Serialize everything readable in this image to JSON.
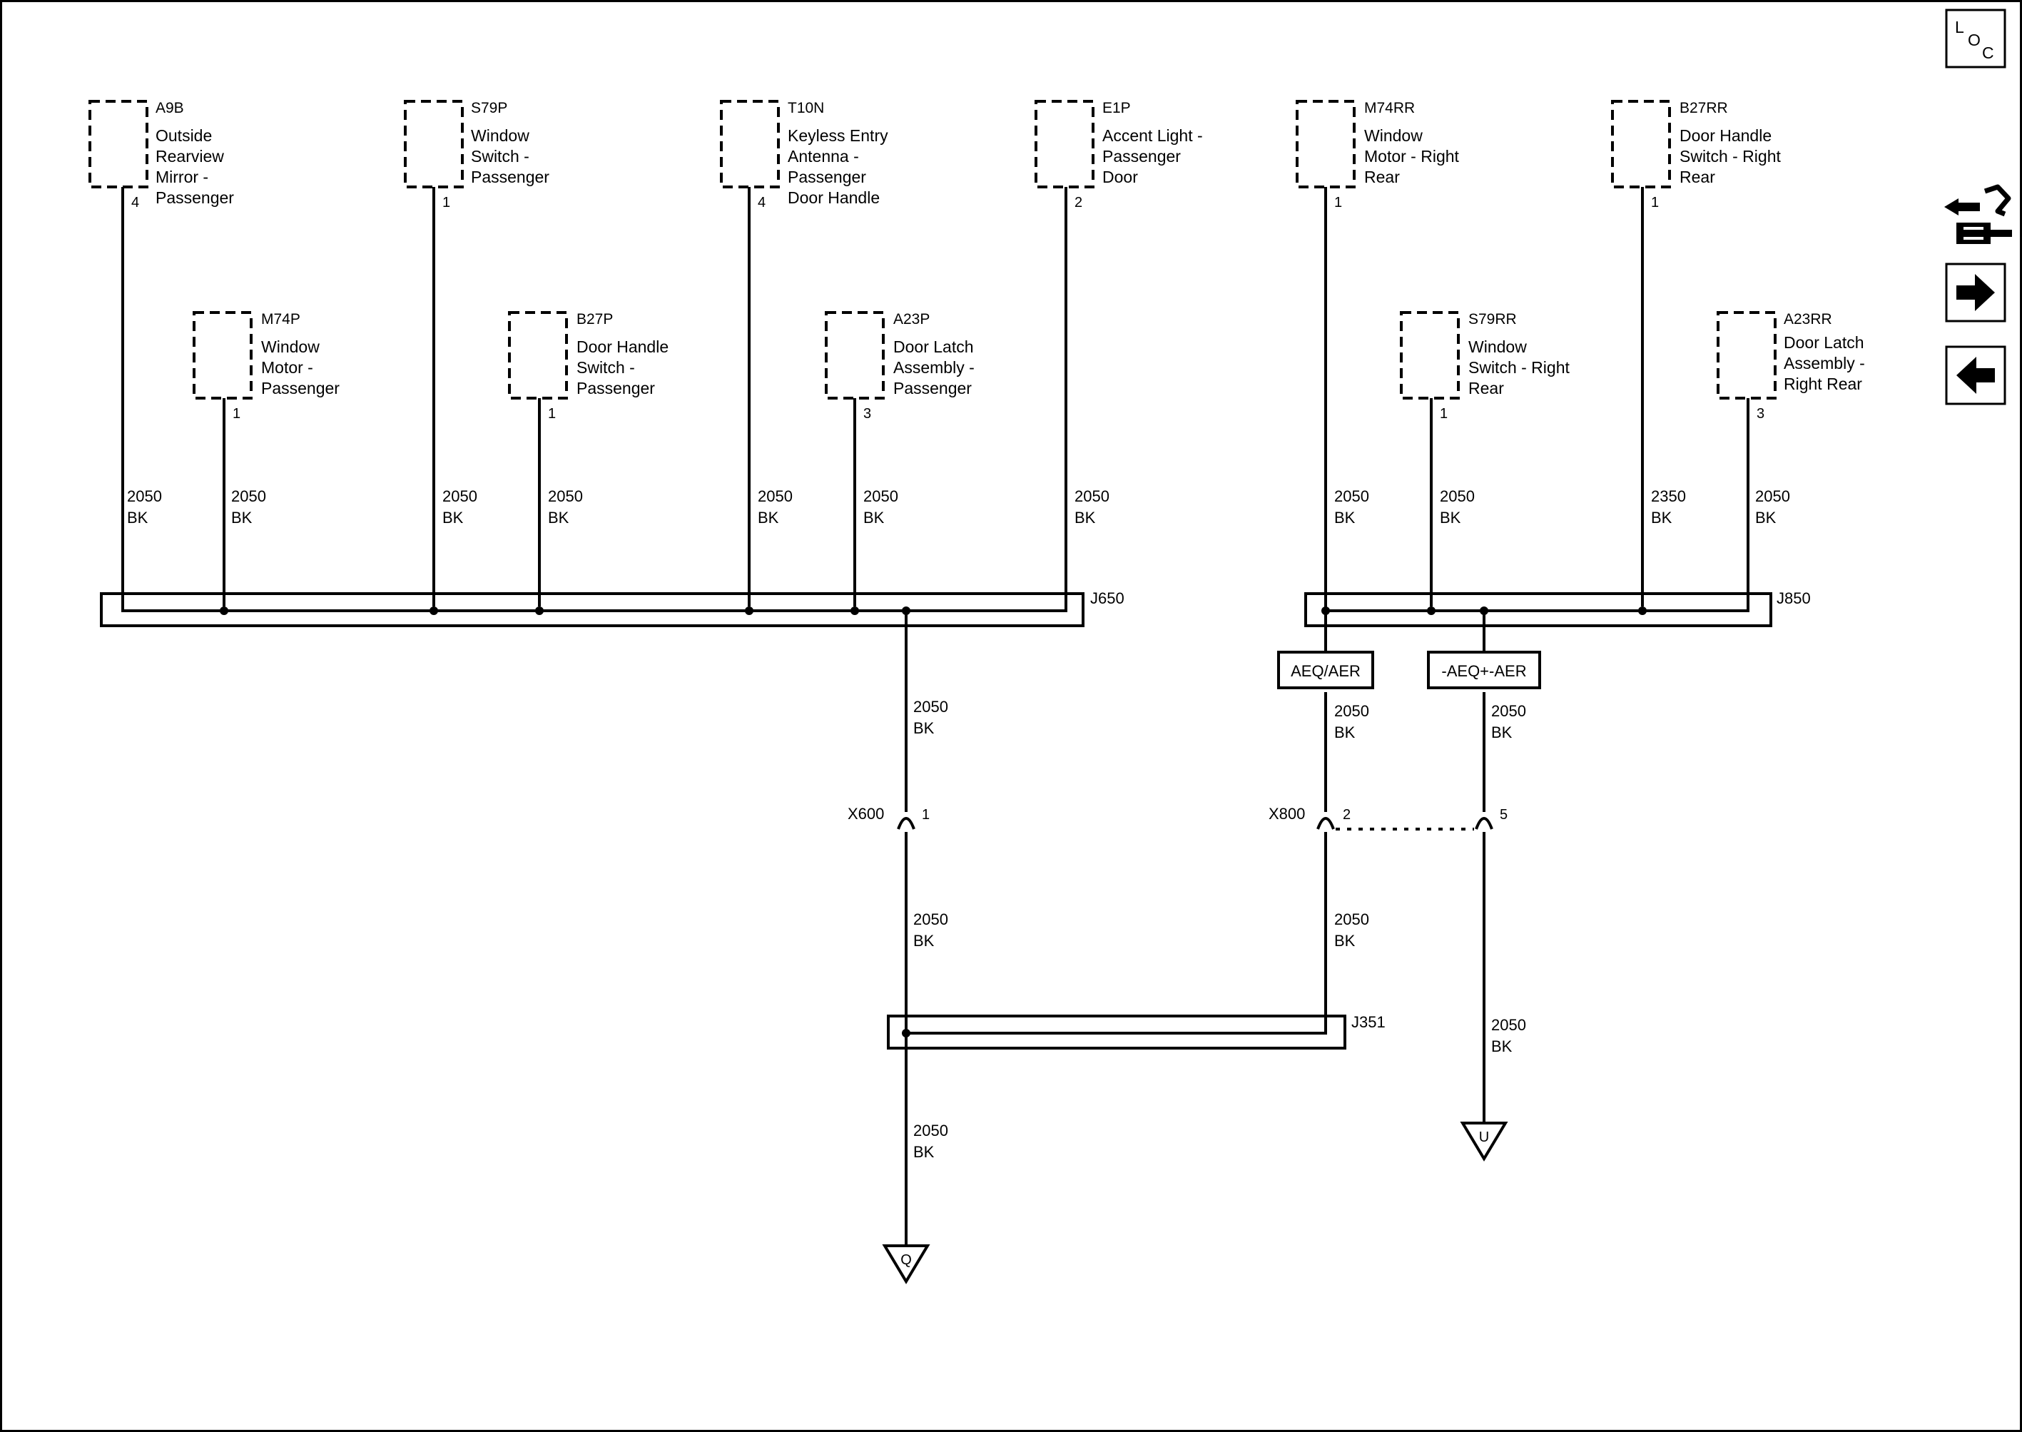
{
  "nav": {
    "loc_label": [
      "L",
      "O",
      "C"
    ]
  },
  "components": [
    {
      "id": "A9B",
      "name": [
        "Outside",
        "Rearview",
        "Mirror -",
        "Passenger"
      ],
      "pin": "4"
    },
    {
      "id": "S79P",
      "name": [
        "Window",
        "Switch -",
        "Passenger"
      ],
      "pin": "1"
    },
    {
      "id": "T10N",
      "name": [
        "Keyless Entry",
        "Antenna -",
        "Passenger",
        "Door Handle"
      ],
      "pin": "4"
    },
    {
      "id": "E1P",
      "name": [
        "Accent Light -",
        "Passenger",
        "Door"
      ],
      "pin": "2"
    },
    {
      "id": "M74RR",
      "name": [
        "Window",
        "Motor - Right",
        "Rear"
      ],
      "pin": "1"
    },
    {
      "id": "B27RR",
      "name": [
        "Door Handle",
        "Switch - Right",
        "Rear"
      ],
      "pin": "1"
    },
    {
      "id": "M74P",
      "name": [
        "Window",
        "Motor -",
        "Passenger"
      ],
      "pin": "1"
    },
    {
      "id": "B27P",
      "name": [
        "Door Handle",
        "Switch -",
        "Passenger"
      ],
      "pin": "1"
    },
    {
      "id": "A23P",
      "name": [
        "Door Latch",
        "Assembly -",
        "Passenger"
      ],
      "pin": "3"
    },
    {
      "id": "S79RR",
      "name": [
        "Window",
        "Switch - Right",
        "Rear"
      ],
      "pin": "1"
    },
    {
      "id": "A23RR",
      "name": [
        "Door Latch",
        "Assembly -",
        "Right Rear"
      ],
      "pin": "3"
    }
  ],
  "wires": [
    {
      "circuit": "2050",
      "color": "BK"
    },
    {
      "circuit": "2050",
      "color": "BK"
    },
    {
      "circuit": "2050",
      "color": "BK"
    },
    {
      "circuit": "2050",
      "color": "BK"
    },
    {
      "circuit": "2050",
      "color": "BK"
    },
    {
      "circuit": "2050",
      "color": "BK"
    },
    {
      "circuit": "2050",
      "color": "BK"
    },
    {
      "circuit": "2050",
      "color": "BK"
    },
    {
      "circuit": "2050",
      "color": "BK"
    },
    {
      "circuit": "2350",
      "color": "BK"
    },
    {
      "circuit": "2050",
      "color": "BK"
    },
    {
      "circuit": "2050",
      "color": "BK"
    },
    {
      "circuit": "2050",
      "color": "BK"
    },
    {
      "circuit": "2050",
      "color": "BK"
    },
    {
      "circuit": "2050",
      "color": "BK"
    },
    {
      "circuit": "2050",
      "color": "BK"
    },
    {
      "circuit": "2050",
      "color": "BK"
    },
    {
      "circuit": "2050",
      "color": "BK"
    }
  ],
  "splices": [
    "J650",
    "J850",
    "J351"
  ],
  "options": [
    "AEQ/AER",
    "-AEQ+-AER"
  ],
  "inline_connectors": [
    {
      "id": "X600",
      "pin": "1"
    },
    {
      "id": "X800",
      "pin": "2"
    },
    {
      "id": "X800",
      "pin": "5"
    }
  ],
  "grounds": [
    "Q",
    "U"
  ]
}
